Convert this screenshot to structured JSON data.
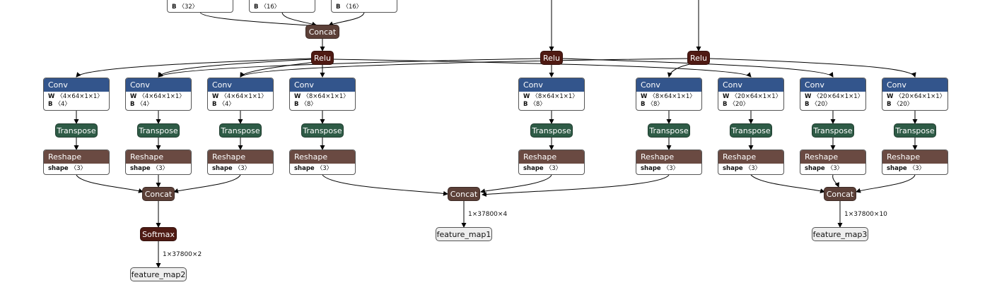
{
  "top_boxes": [
    {
      "label": "B",
      "value": "〈32〉"
    },
    {
      "label": "B",
      "value": "〈16〉"
    },
    {
      "label": "B",
      "value": "〈16〉"
    }
  ],
  "ops": {
    "concat": "Concat",
    "relu": "Relu",
    "transpose": "Transpose",
    "softmax": "Softmax",
    "conv": "Conv",
    "reshape": "Reshape"
  },
  "convs": [
    {
      "w": "〈4×64×1×1〉",
      "b": "〈4〉"
    },
    {
      "w": "〈4×64×1×1〉",
      "b": "〈4〉"
    },
    {
      "w": "〈4×64×1×1〉",
      "b": "〈4〉"
    },
    {
      "w": "〈8×64×1×1〉",
      "b": "〈8〉"
    },
    {
      "w": "〈8×64×1×1〉",
      "b": "〈8〉"
    },
    {
      "w": "〈8×64×1×1〉",
      "b": "〈8〉"
    },
    {
      "w": "〈20×64×1×1〉",
      "b": "〈20〉"
    },
    {
      "w": "〈20×64×1×1〉",
      "b": "〈20〉"
    },
    {
      "w": "〈20×64×1×1〉",
      "b": "〈20〉"
    }
  ],
  "attr_labels": {
    "w": "W",
    "b": "B",
    "shape": "shape"
  },
  "reshape_shape": "〈3〉",
  "edge_labels": {
    "map2": "1×37800×2",
    "map1": "1×37800×4",
    "map3": "1×37800×10"
  },
  "outputs": {
    "map2": "feature_map2",
    "map1": "feature_map1",
    "map3": "feature_map3"
  }
}
